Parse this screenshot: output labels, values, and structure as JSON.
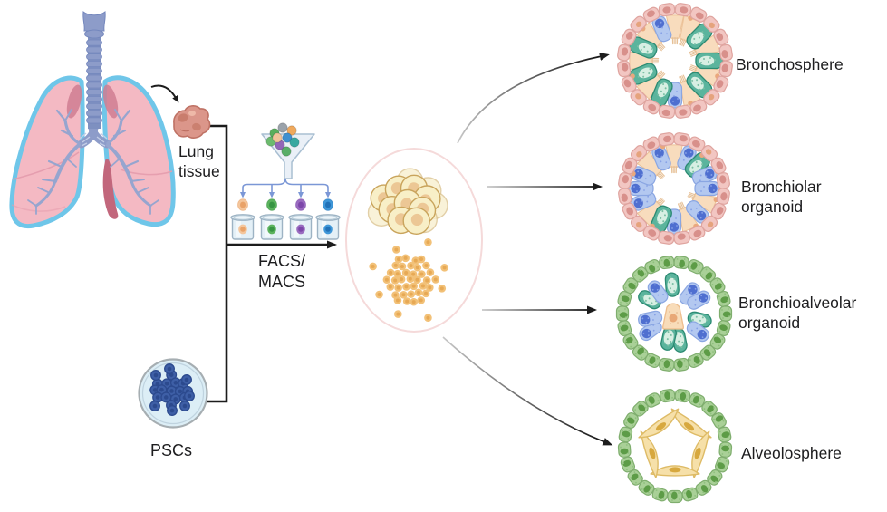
{
  "source": {
    "lung_label": "Lung tissue",
    "psc_label": "PSCs"
  },
  "process": {
    "sorting_label": "FACS/\nMACS"
  },
  "organoids": [
    {
      "label": "Bronchosphere"
    },
    {
      "label": "Bronchiolar\norganoid"
    },
    {
      "label": "Bronchioalveolar\norganoid"
    },
    {
      "label": "Alveolosphere"
    }
  ],
  "colors": {
    "line_black": "#1c1c1c",
    "arrow_blue": "#7b97d6",
    "lung_pink": "#f4b9c3",
    "lung_outline_cyan": "#6fc6e9",
    "airway_purple": "#96a5cf",
    "trachea_blue": "#8d9cc9",
    "tissue_pink": "#db968a",
    "pink_cell": "#f2c6c2",
    "pink_cell_stroke": "#dfa49f",
    "pink_nucleus": "#d8908b",
    "peach_cell": "#f8dcbd",
    "peach_cell_stroke": "#ebc096",
    "teal_cell": "#5bb49d",
    "teal_cell_stroke": "#2b8a72",
    "teal_belly": "#d7efe3",
    "blue_cell": "#b3c8f0",
    "blue_cell_stroke": "#8aa6e2",
    "blue_nucleus": "#4f6fd0",
    "green_cell": "#a9d097",
    "green_cell_stroke": "#7fae6e",
    "green_nucleus": "#5d9c47",
    "spindle_cell": "#f6e0a9",
    "spindle_stroke": "#debb66",
    "spindle_nucleus": "#d7a83e",
    "orange_dot": "#eaa87d",
    "big_cell": "#f8efc7",
    "big_cell_stroke": "#c9a45c",
    "big_cell_nucleus": "#ecc795",
    "small_cell_dot": "#f2c178",
    "small_cell_dot_core": "#e7a955",
    "psc_cell": "#3e5fa6",
    "psc_cell_stroke": "#2c4a8e",
    "dish_fill": "#dceef6",
    "dish_stroke": "#a6aeb2",
    "oval_stroke": "#f5dada",
    "funnel_glass": "#e8eff6",
    "funnel_stroke": "#a9bfd2",
    "tube_glass": "#e4f0f7",
    "tube_stroke": "#9db3c4",
    "funnel_cells": [
      "#9aa2aa",
      "#f0a95c",
      "#5aae5c",
      "#3f90d0",
      "#9266b8",
      "#38a8a0",
      "#6cbb6e",
      "#58ae68",
      "#f2c49a"
    ],
    "tube_cells": [
      "#f4c69c",
      "#5cb35e",
      "#9a6cc0",
      "#3f97d8"
    ],
    "tube_cell_nuclei": [
      "#e9a268",
      "#379543",
      "#7d47aa",
      "#2272b8"
    ]
  }
}
